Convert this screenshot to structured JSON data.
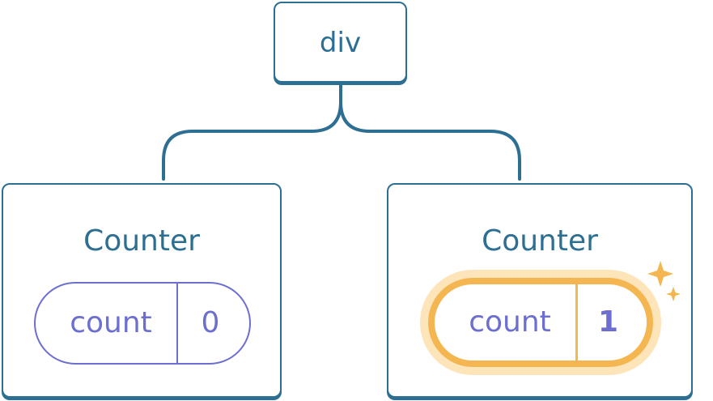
{
  "root": {
    "label": "div"
  },
  "children": [
    {
      "title": "Counter",
      "state": {
        "name": "count",
        "value": "0"
      }
    },
    {
      "title": "Counter",
      "state": {
        "name": "count",
        "value": "1"
      }
    }
  ],
  "colors": {
    "tree_line": "#2d6f92",
    "state_text": "#6d6fd0",
    "highlight": "#f4b650",
    "highlight_soft": "#fde4b9"
  },
  "icons": {
    "update_indicator": "sparkle-icon"
  }
}
